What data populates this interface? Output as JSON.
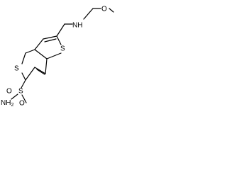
{
  "molecule": {
    "atoms": {
      "s_left": "S",
      "s_right": "S",
      "s_sulfonyl": "S",
      "o_top": "O",
      "o_bottom": "O",
      "nh2_n": "NH",
      "nh2_sub": "2",
      "nh_amine": "NH",
      "o_methoxy": "O"
    }
  }
}
